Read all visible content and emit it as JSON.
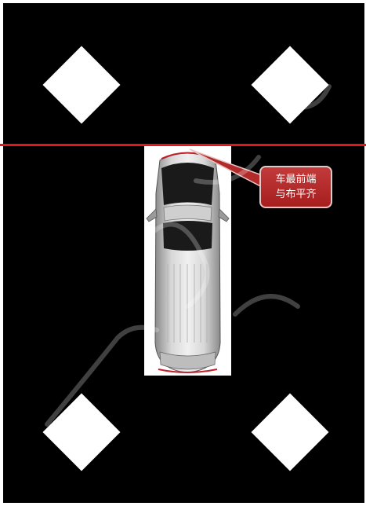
{
  "callout": {
    "line1": "车最前端",
    "line2": "与布平齐"
  },
  "colors": {
    "background_cloth": "#000000",
    "marker": "#ffffff",
    "alignment_line": "#e3161b",
    "callout_fill": "#b22a2a",
    "callout_text": "#ffffff"
  },
  "icons": {
    "car": "top-down-suv-icon",
    "markers": "diamond-marker"
  }
}
